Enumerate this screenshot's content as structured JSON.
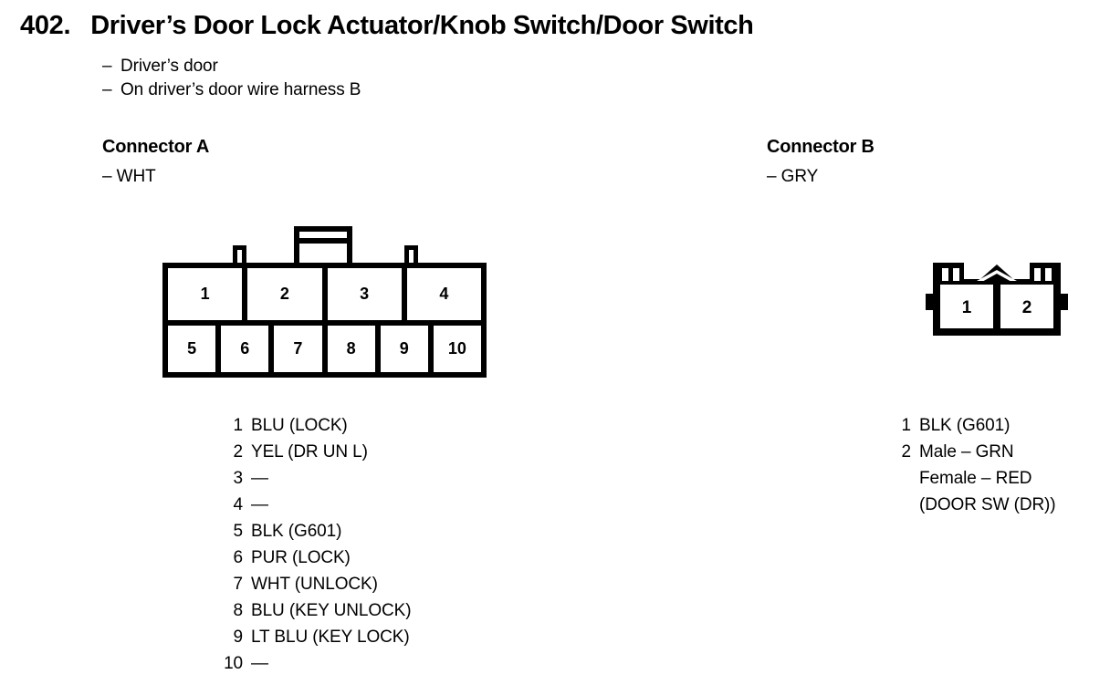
{
  "page": {
    "section_number": "402.",
    "title": "Driver’s Door Lock Actuator/Knob Switch/Door Switch",
    "notes": [
      "Driver’s door",
      "On driver’s door wire harness B"
    ],
    "dash": "–"
  },
  "connector_a": {
    "heading": "Connector A",
    "color_label": "– WHT",
    "diagram": {
      "top_row_pins": [
        "1",
        "2",
        "3",
        "4"
      ],
      "bottom_row_pins": [
        "5",
        "6",
        "7",
        "8",
        "9",
        "10"
      ]
    },
    "pins": [
      {
        "num": "1",
        "desc": "BLU (LOCK)"
      },
      {
        "num": "2",
        "desc": "YEL (DR UN L)"
      },
      {
        "num": "3",
        "desc": "—"
      },
      {
        "num": "4",
        "desc": "—"
      },
      {
        "num": "5",
        "desc": "BLK (G601)"
      },
      {
        "num": "6",
        "desc": "PUR (LOCK)"
      },
      {
        "num": "7",
        "desc": "WHT (UNLOCK)"
      },
      {
        "num": "8",
        "desc": "BLU (KEY UNLOCK)"
      },
      {
        "num": "9",
        "desc": "LT BLU (KEY LOCK)"
      },
      {
        "num": "10",
        "desc": "—"
      }
    ]
  },
  "connector_b": {
    "heading": "Connector B",
    "color_label": "– GRY",
    "diagram": {
      "pins": [
        "1",
        "2"
      ]
    },
    "pins": [
      {
        "num": "1",
        "desc": "BLK (G601)"
      },
      {
        "num": "2",
        "desc": "Male – GRN\nFemale – RED\n(DOOR SW (DR))"
      }
    ]
  },
  "colors": {
    "ink": "#000000",
    "paper": "#ffffff"
  }
}
